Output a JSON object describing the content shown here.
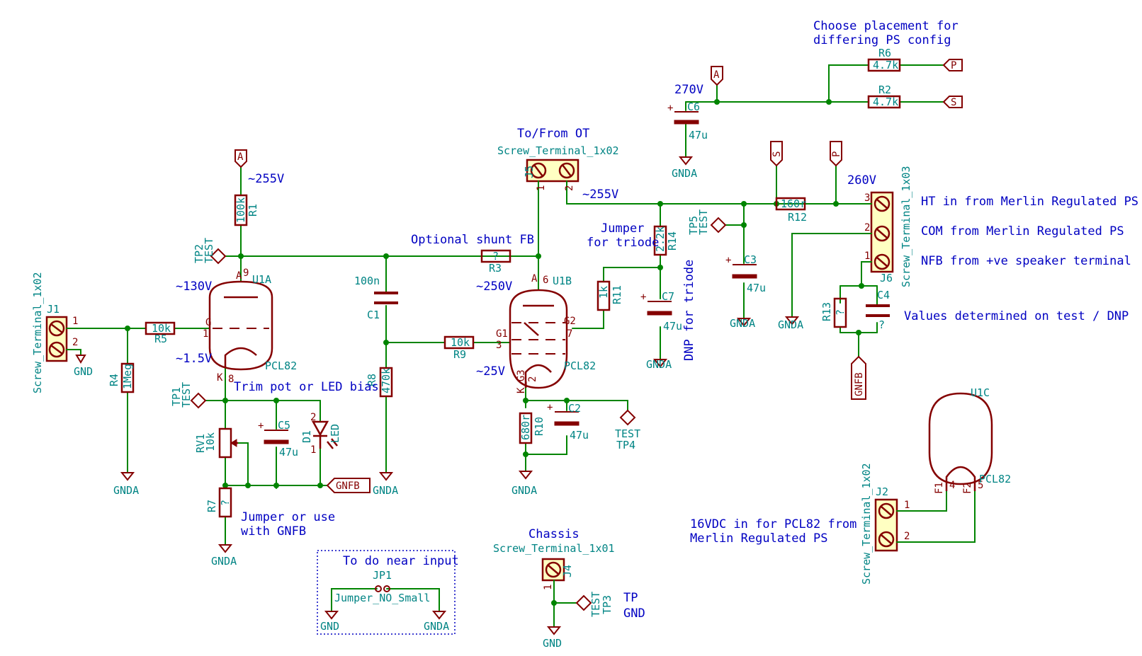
{
  "notes": {
    "choose": "Choose placement for",
    "choose2": "differing PS config",
    "v270": "270V",
    "to_from_ot": "To/From OT",
    "v255a": "~255V",
    "v255b": "~255V",
    "v260": "260V",
    "ht_in": "HT in from Merlin Regulated PS",
    "com": "COM from Merlin Regulated PS",
    "nfb": "NFB from +ve speaker terminal",
    "values": "Values determined on test / DNP",
    "optional": "Optional shunt FB",
    "jumper_triode": "Jumper",
    "jumper_triode2": "for triode",
    "dnp_triode": "DNP for triode",
    "v130": "~130V",
    "v15": "~1.5V",
    "v250": "~250V",
    "v25": "~25V",
    "trim": "Trim pot or LED bias",
    "jumper_or": "Jumper or use",
    "jumper_or2": "with GNFB",
    "todo": "To do near input",
    "chassis": "Chassis",
    "tp": "TP",
    "gnd_note": "GND",
    "pcl_16v": "16VDC in for PCL82 from",
    "pcl_16v2": "Merlin Regulated PS"
  },
  "refs": {
    "R1": "R1",
    "R2": "R2",
    "R3": "R3",
    "R4": "R4",
    "R5": "R5",
    "R6": "R6",
    "R7": "R7",
    "R8": "R8",
    "R9": "R9",
    "R10": "R10",
    "R11": "R11",
    "R12": "R12",
    "R13": "R13",
    "R14": "R14",
    "C1": "C1",
    "C2": "C2",
    "C3": "C3",
    "C4": "C4",
    "C5": "C5",
    "C6": "C6",
    "C7": "C7",
    "J1": "J1",
    "J2": "J2",
    "J4": "J4",
    "J5": "J5",
    "J6": "J6",
    "U1A": "U1A",
    "U1B": "U1B",
    "U1C": "U1C",
    "TP1": "TP1",
    "TP2": "TP2",
    "TP3": "TP3",
    "TP4": "TP4",
    "TP5": "TP5",
    "D1": "D1",
    "RV1": "RV1",
    "JP1": "JP1"
  },
  "values": {
    "r1": "100k",
    "r2": "4.7k",
    "r3": "?",
    "r4": "1Meg",
    "r5": "10k",
    "r6": "4.7k",
    "r7": "?",
    "r8": "470k",
    "r9": "10k",
    "r10": "680r",
    "r11": "1k",
    "r12": "160r",
    "r13": "?",
    "r14": "2.2k",
    "c1": "100n",
    "c2": "47u",
    "c3": "47u",
    "c4": "?",
    "c5": "47u",
    "c6": "47u",
    "c7": "47u",
    "pcl82a": "PCL82",
    "pcl82b": "PCL82",
    "pcl82c": "PCL82",
    "led": "LED",
    "rv1": "10k",
    "test": "TEST",
    "st2": "Screw_Terminal_1x02",
    "st3": "Screw_Terminal_1x03",
    "st1": "Screw_Terminal_1x01",
    "jp": "Jumper_NO_Small"
  },
  "nets": {
    "gnd": "GND",
    "gnda": "GNDA",
    "gnfb": "GNFB",
    "A": "A",
    "S": "S",
    "P": "P"
  },
  "pins": {
    "p1": "1",
    "p2": "2",
    "p3": "3",
    "p4": "4",
    "p5": "5",
    "p6": "6",
    "p7": "7",
    "p8": "8",
    "p9": "9",
    "G": "G",
    "A": "A",
    "K": "K",
    "G1": "G1",
    "G2": "G2",
    "KG3": "K_G3",
    "F1": "F1",
    "F2": "F2",
    "plus": "+"
  }
}
